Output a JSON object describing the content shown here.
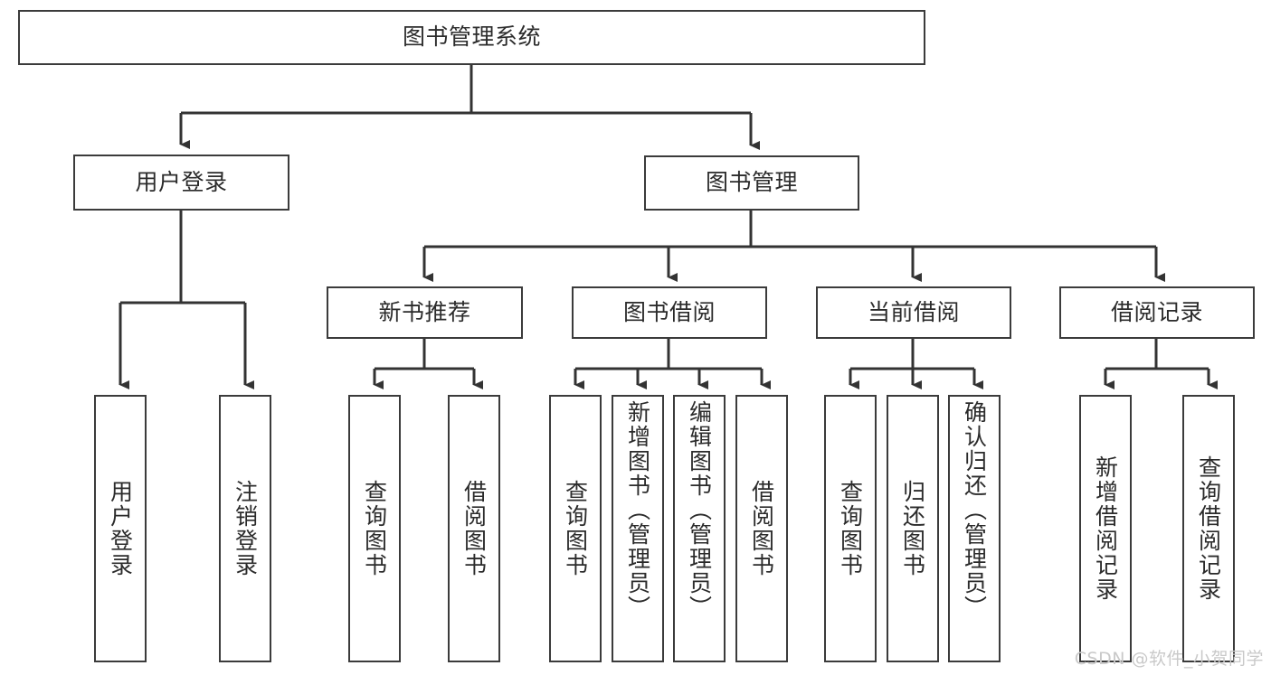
{
  "diagram": {
    "type": "tree",
    "title": "图书管理系统",
    "theme": {
      "background": "#ffffff",
      "box_border": "#3b3b3b",
      "box_fill": "#ffffff",
      "text": "#2b2b2b",
      "connector": "#333333",
      "watermark": "#c9c9c9"
    },
    "root": {
      "label": "图书管理系统"
    },
    "level1": [
      {
        "label": "用户登录"
      },
      {
        "label": "图书管理"
      }
    ],
    "level2": [
      {
        "label": "新书推荐"
      },
      {
        "label": "图书借阅"
      },
      {
        "label": "当前借阅"
      },
      {
        "label": "借阅记录"
      }
    ],
    "leaves": {
      "user_login": [
        {
          "label": "用户登录"
        },
        {
          "label": "注销登录"
        }
      ],
      "new_book_recommend": [
        {
          "label": "查询图书"
        },
        {
          "label": "借阅图书"
        }
      ],
      "book_borrow": [
        {
          "label": "查询图书"
        },
        {
          "label": "新增图书（管理员）"
        },
        {
          "label": "编辑图书（管理员）"
        },
        {
          "label": "借阅图书"
        }
      ],
      "current_borrow": [
        {
          "label": "查询图书"
        },
        {
          "label": "归还图书"
        },
        {
          "label": "确认归还（管理员）"
        }
      ],
      "borrow_record": [
        {
          "label": "新增借阅记录"
        },
        {
          "label": "查询借阅记录"
        }
      ]
    },
    "watermark": "CSDN @软件_小贺同学"
  }
}
